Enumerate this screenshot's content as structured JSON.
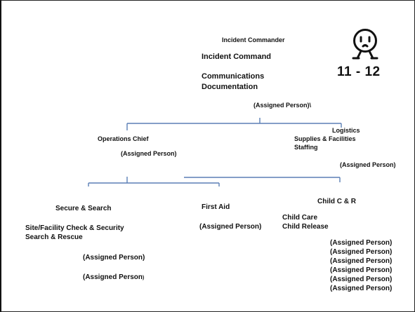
{
  "colors": {
    "connector": "#5b7fb5",
    "text": "#111111",
    "icon_stroke": "#111111"
  },
  "icon": "plug-face-icon",
  "page_number": "11 - 12",
  "top": {
    "incident_commander_title": "Incident Commander",
    "incident_command": "Incident Command",
    "communications": "Communications",
    "documentation": "Documentation",
    "assigned": "(Assigned Person)\\"
  },
  "operations": {
    "title": "Operations Chief",
    "assigned": "(Assigned Person)"
  },
  "logistics": {
    "title": "Logistics",
    "supplies": "Supplies & Facilities",
    "staffing": "Staffing",
    "assigned": "(Assigned Person)"
  },
  "secure_search": {
    "title": "Secure & Search",
    "check_security": "Site/Facility Check & Security",
    "search_rescue": "Search & Rescue",
    "assigned_1": "(Assigned Person)",
    "assigned_2_main": "(Assigned Person",
    "assigned_2_paren": ")"
  },
  "first_aid": {
    "title": "First Aid",
    "assigned": "(Assigned Person)"
  },
  "child_cr": {
    "title": "Child C & R",
    "child_care": "Child Care",
    "child_release": "Child Release",
    "assigned_list": [
      "(Assigned Person)",
      "(Assigned Person)",
      "(Assigned Person)",
      "(Assigned Person)",
      "(Assigned Person)",
      "(Assigned Person)"
    ]
  }
}
